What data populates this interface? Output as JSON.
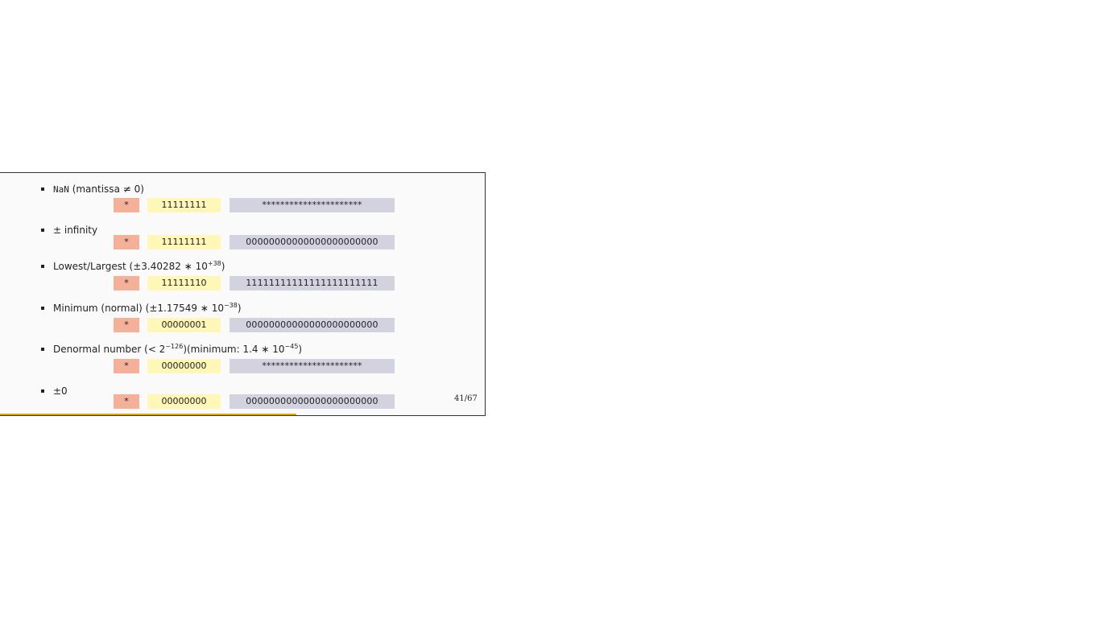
{
  "slide": {
    "page_number": "41/67",
    "progress_fraction": 0.612,
    "items": [
      {
        "pre": "",
        "mono": "NaN",
        "text": " (mantissa ≠ 0)",
        "sup": "",
        "text2": "",
        "sup2": "",
        "text3": "",
        "sign": "*",
        "exponent": "11111111",
        "mantissa": "**********************"
      },
      {
        "pre": "± infinity",
        "mono": "",
        "text": "",
        "sup": "",
        "text2": "",
        "sup2": "",
        "text3": "",
        "sign": "*",
        "exponent": "11111111",
        "mantissa": "00000000000000000000000"
      },
      {
        "pre": "Lowest/Largest (±3.40282 ∗ 10",
        "mono": "",
        "text": "",
        "sup": "+38",
        "text2": ")",
        "sup2": "",
        "text3": "",
        "sign": "*",
        "exponent": "11111110",
        "mantissa": "11111111111111111111111"
      },
      {
        "pre": "Minimum (normal) (±1.17549 ∗ 10",
        "mono": "",
        "text": "",
        "sup": "−38",
        "text2": ")",
        "sup2": "",
        "text3": "",
        "sign": "*",
        "exponent": "00000001",
        "mantissa": "00000000000000000000000"
      },
      {
        "pre": "Denormal number (< 2",
        "mono": "",
        "text": "",
        "sup": "−126",
        "text2": ")(minimum: 1.4 ∗ 10",
        "sup2": "−45",
        "text3": ")",
        "sign": "*",
        "exponent": "00000000",
        "mantissa": "**********************"
      },
      {
        "pre": "±0",
        "mono": "",
        "text": "",
        "sup": "",
        "text2": "",
        "sup2": "",
        "text3": "",
        "sign": "*",
        "exponent": "00000000",
        "mantissa": "00000000000000000000000"
      }
    ]
  }
}
